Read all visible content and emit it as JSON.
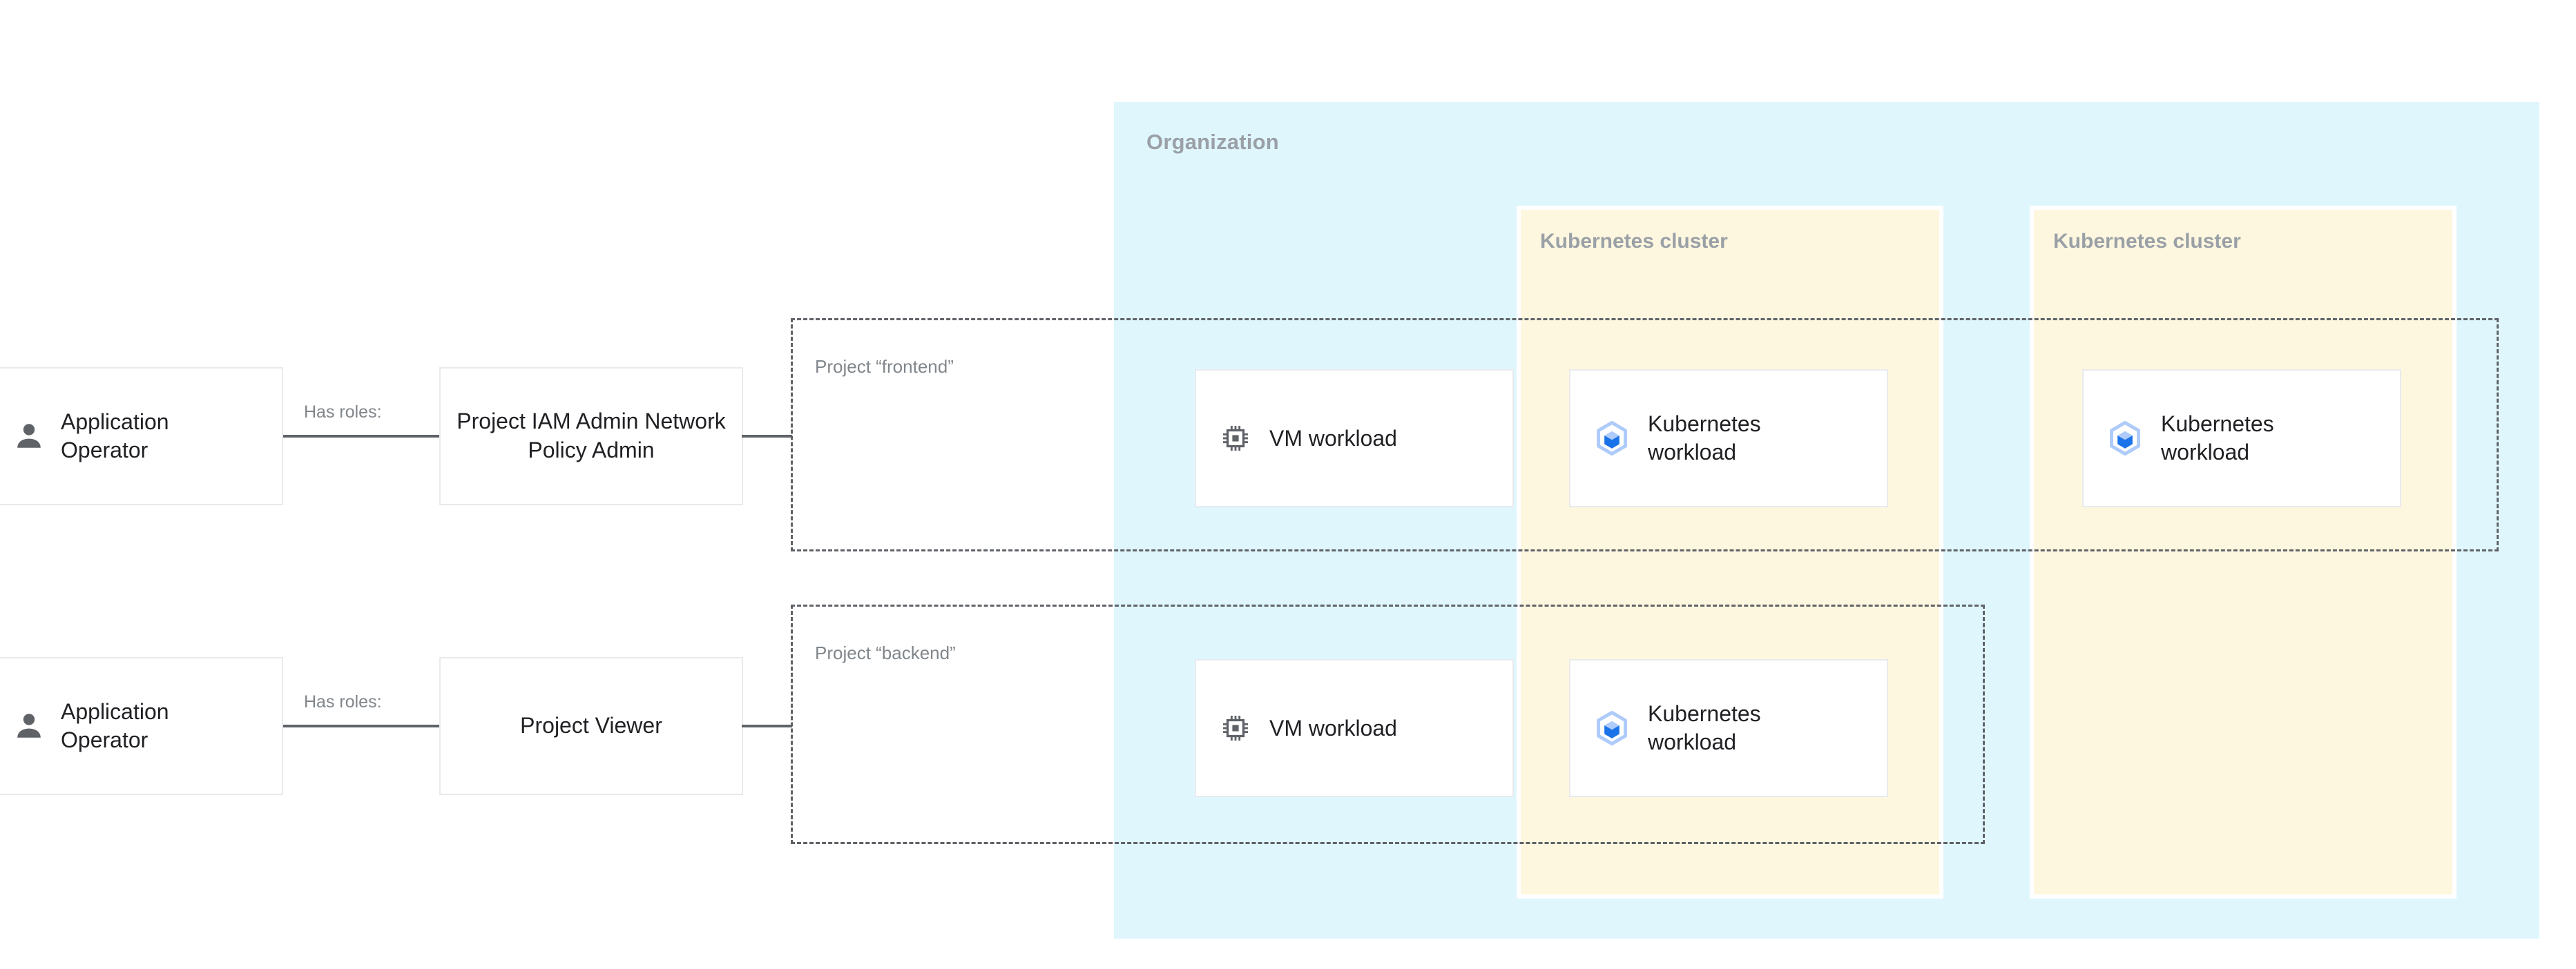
{
  "diagram": {
    "title": "Organization IAM and workload diagram",
    "colors": {
      "organization_fill": "#DFF6FD",
      "cluster_fill": "#FEF7E0",
      "card_fill": "#FFFFFF",
      "card_border": "#E8EAED",
      "container_label": "#9AA0A6",
      "project_label": "#80868B",
      "text": "#202124",
      "connector": "#5F6368",
      "kubernetes_icon_light": "#AECBFA",
      "kubernetes_icon_dark": "#1A73E8",
      "person_icon": "#5F6368"
    }
  },
  "organization": {
    "label": "Organization"
  },
  "clusters": [
    {
      "label": "Kubernetes cluster"
    },
    {
      "label": "Kubernetes cluster"
    }
  ],
  "projects": [
    {
      "label": "Project “frontend”"
    },
    {
      "label": "Project “backend”"
    }
  ],
  "rows": [
    {
      "persona": {
        "label": "Application Operator",
        "icon": "person-icon"
      },
      "edge_label": "Has roles:",
      "role": {
        "label": "Project IAM Admin Network Policy Admin"
      }
    },
    {
      "persona": {
        "label": "Application Operator",
        "icon": "person-icon"
      },
      "edge_label": "Has roles:",
      "role": {
        "label": "Project Viewer"
      }
    }
  ],
  "workloads": [
    {
      "label": "VM workload",
      "icon": "cpu-chip-icon"
    },
    {
      "label": "Kubernetes workload",
      "icon": "kubernetes-icon"
    },
    {
      "label": "Kubernetes workload",
      "icon": "kubernetes-icon"
    },
    {
      "label": "VM workload",
      "icon": "cpu-chip-icon"
    },
    {
      "label": "Kubernetes workload",
      "icon": "kubernetes-icon"
    }
  ]
}
